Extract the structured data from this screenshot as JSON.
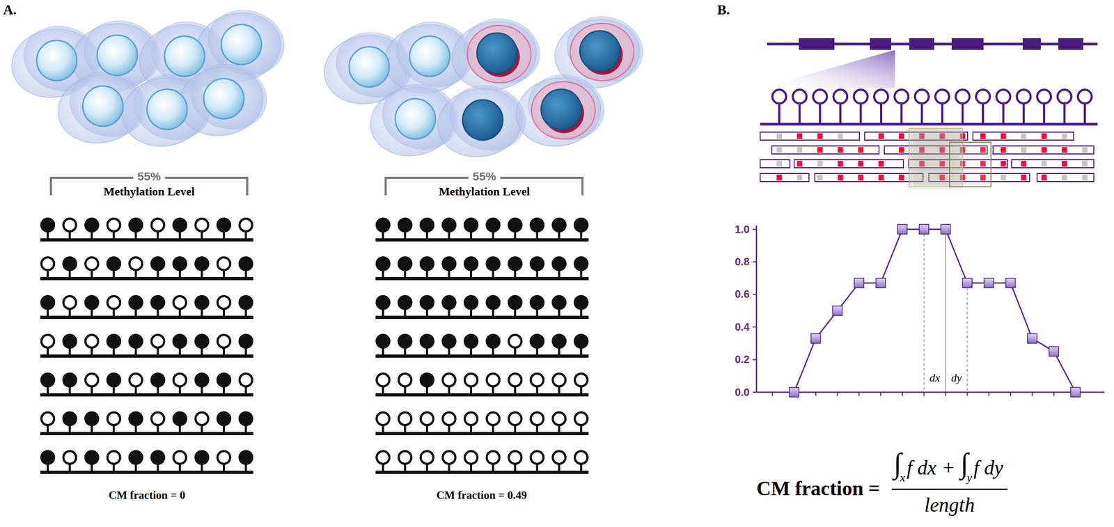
{
  "diagram": {
    "labels": [
      "A.",
      "55%",
      "Methylation Level",
      "55%",
      "Methylation Level",
      "CM fraction = 0",
      "CM fraction = 0.49",
      "B.",
      "1.0",
      "0.8",
      "0.6",
      "0.4",
      "0.2",
      "0.0",
      "dx",
      "dy",
      "CM fraction =",
      "∫",
      "x",
      "f dx",
      "+",
      "∫",
      "y",
      "f dy",
      "length"
    ]
  }
}
